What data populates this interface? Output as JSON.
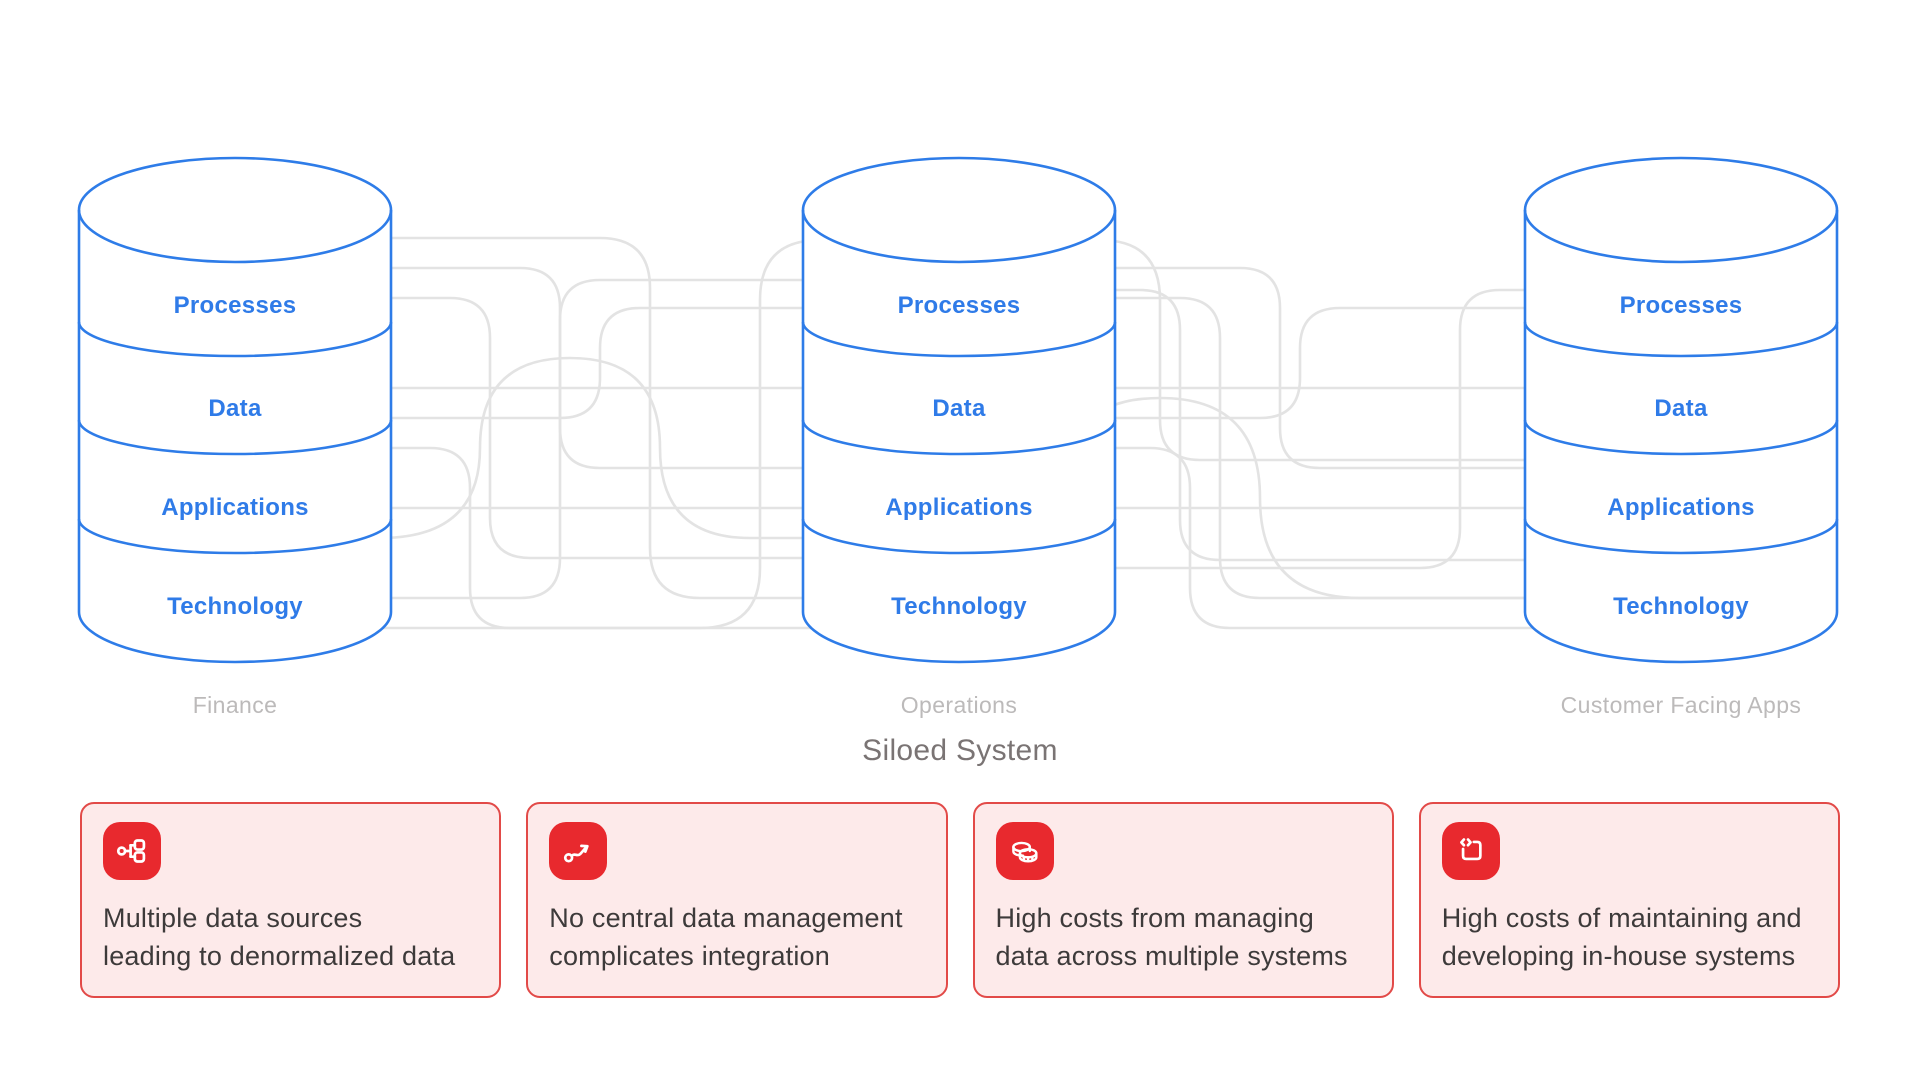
{
  "title": "Siloed System",
  "colors": {
    "cylinder_stroke": "#2e7ce8",
    "segment_text": "#2f7be8",
    "connector_line": "#e3e3e3",
    "silo_name_text": "#bcbaba",
    "title_text": "#7a7474",
    "card_background": "#fdeaea",
    "card_border": "#e24a48",
    "icon_background": "#e8292e",
    "card_text": "#3d3a3a"
  },
  "silos": [
    {
      "name": "Finance",
      "segments": [
        "Processes",
        "Data",
        "Applications",
        "Technology"
      ]
    },
    {
      "name": "Operations",
      "segments": [
        "Processes",
        "Data",
        "Applications",
        "Technology"
      ]
    },
    {
      "name": "Customer Facing Apps",
      "segments": [
        "Processes",
        "Data",
        "Applications",
        "Technology"
      ]
    }
  ],
  "cards": [
    {
      "icon": "tree-structure-icon",
      "lines": [
        "Multiple data sources",
        "leading to denormalized data"
      ]
    },
    {
      "icon": "trend-arrow-icon",
      "lines": [
        "No central data management",
        "complicates integration"
      ]
    },
    {
      "icon": "coins-icon",
      "lines": [
        "High costs from managing",
        "data across multiple systems"
      ]
    },
    {
      "icon": "code-square-icon",
      "lines": [
        "High costs of maintaining and",
        "developing in-house systems"
      ]
    }
  ]
}
